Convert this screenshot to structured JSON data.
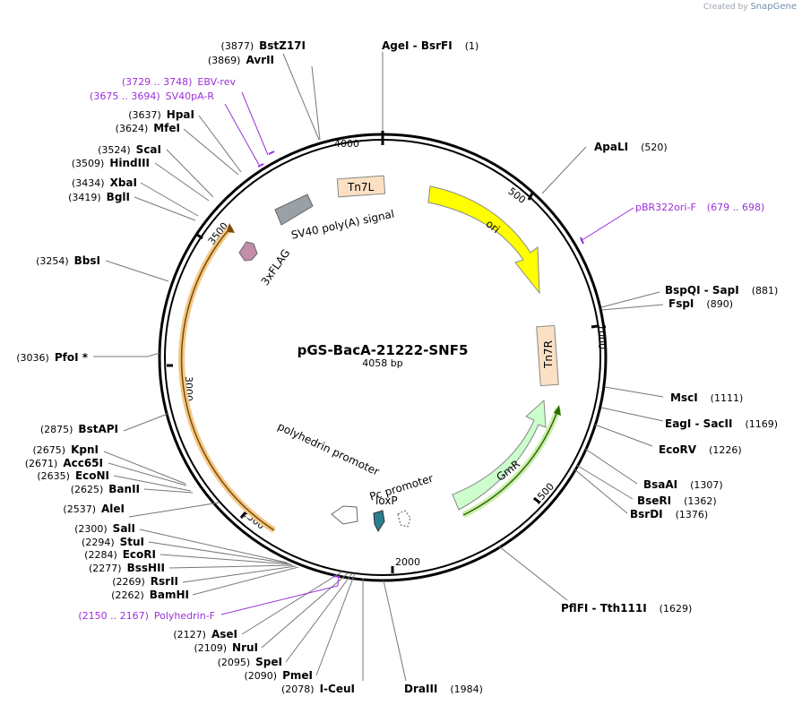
{
  "credit": {
    "prefix": "Created by",
    "brand": "SnapGene"
  },
  "plasmid": {
    "name": "pGS-BacA-21222-SNF5",
    "length_label": "4058 bp",
    "total_bp": 4058
  },
  "colors": {
    "backbone": "#000000",
    "leader": "#777777",
    "primer": "#9b30d9"
  },
  "ticks": [
    "500",
    "1000",
    "1500",
    "2000",
    "2500",
    "3000",
    "3500",
    "4000"
  ],
  "sites": [
    {
      "name": "BstZ17I",
      "pos_label": "(3877)"
    },
    {
      "name": "AvrII",
      "pos_label": "(3869)"
    },
    {
      "name": "AgeI  - BsrFI",
      "pos_label": "(1)"
    },
    {
      "name": "ApaLI",
      "pos_label": "(520)"
    },
    {
      "name": "HpaI",
      "pos_label": "(3637)"
    },
    {
      "name": "MfeI",
      "pos_label": "(3624)"
    },
    {
      "name": "ScaI",
      "pos_label": "(3524)"
    },
    {
      "name": "HindIII",
      "pos_label": "(3509)"
    },
    {
      "name": "XbaI",
      "pos_label": "(3434)"
    },
    {
      "name": "BglI",
      "pos_label": "(3419)"
    },
    {
      "name": "BbsI",
      "pos_label": "(3254)"
    },
    {
      "name": "PfoI *",
      "pos_label": "(3036)"
    },
    {
      "name": "BstAPI",
      "pos_label": "(2875)"
    },
    {
      "name": "KpnI",
      "pos_label": "(2675)"
    },
    {
      "name": "Acc65I",
      "pos_label": "(2671)"
    },
    {
      "name": "EcoNI",
      "pos_label": "(2635)"
    },
    {
      "name": "BanII",
      "pos_label": "(2625)"
    },
    {
      "name": "AleI",
      "pos_label": "(2537)"
    },
    {
      "name": "SalI",
      "pos_label": "(2300)"
    },
    {
      "name": "StuI",
      "pos_label": "(2294)"
    },
    {
      "name": "EcoRI",
      "pos_label": "(2284)"
    },
    {
      "name": "BssHII",
      "pos_label": "(2277)"
    },
    {
      "name": "RsrII",
      "pos_label": "(2269)"
    },
    {
      "name": "BamHI",
      "pos_label": "(2262)"
    },
    {
      "name": "AseI",
      "pos_label": "(2127)"
    },
    {
      "name": "NruI",
      "pos_label": "(2109)"
    },
    {
      "name": "SpeI",
      "pos_label": "(2095)"
    },
    {
      "name": "PmeI",
      "pos_label": "(2090)"
    },
    {
      "name": "I-CeuI",
      "pos_label": "(2078)"
    },
    {
      "name": "DraIII",
      "pos_label": "(1984)"
    },
    {
      "name": "BspQI  - SapI",
      "pos_label": "(881)"
    },
    {
      "name": "FspI",
      "pos_label": "(890)"
    },
    {
      "name": "MscI",
      "pos_label": "(1111)"
    },
    {
      "name": "EagI  - SacII",
      "pos_label": "(1169)"
    },
    {
      "name": "EcoRV",
      "pos_label": "(1226)"
    },
    {
      "name": "BsaAI",
      "pos_label": "(1307)"
    },
    {
      "name": "BseRI",
      "pos_label": "(1362)"
    },
    {
      "name": "BsrDI",
      "pos_label": "(1376)"
    },
    {
      "name": "PflFI  - Tth111I",
      "pos_label": "(1629)"
    }
  ],
  "primers": [
    {
      "name": "EBV-rev",
      "range": "(3729 .. 3748)"
    },
    {
      "name": "SV40pA-R",
      "range": "(3675 .. 3694)"
    },
    {
      "name": "pBR322ori-F",
      "range": "(679 .. 698)"
    },
    {
      "name": "Polyhedrin-F",
      "range": "(2150 .. 2167)"
    }
  ],
  "features": [
    {
      "name": "Tn7L",
      "color": "#fbe0c4"
    },
    {
      "name": "ori",
      "color": "#ffff00"
    },
    {
      "name": "Tn7R",
      "color": "#fbe0c4"
    },
    {
      "name": "GmR",
      "color": "#ccffcc"
    },
    {
      "name": "Pc promoter",
      "color": "#ffffff"
    },
    {
      "name": "loxP",
      "color": "#2a7f8f"
    },
    {
      "name": "polyhedrin promoter",
      "color": "#ffffff"
    },
    {
      "name": "3xFLAG",
      "color": "#c48ea8"
    },
    {
      "name": "SV40 poly(A) signal",
      "color": "#9aa1a6"
    }
  ],
  "arcs": [
    {
      "name": "large-orf-arc",
      "color": "#e8a33a"
    },
    {
      "name": "gmr-orf-arc",
      "color": "#5a9a1e"
    }
  ]
}
